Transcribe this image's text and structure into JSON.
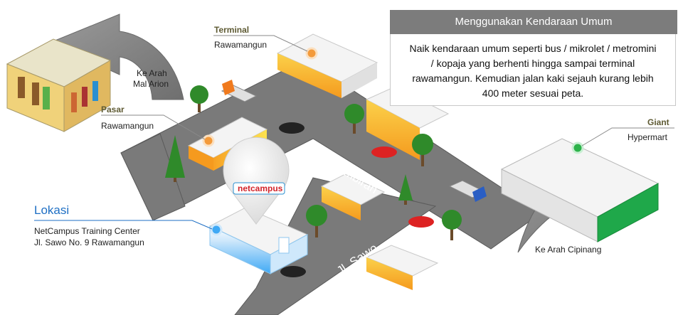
{
  "info_box": {
    "header": "Menggunakan Kendaraan Umum",
    "body": "Naik kendaraan umum seperti bus / mikrolet / metromini / kopaja yang berhenti hingga sampai terminal rawamangun. Kemudian jalan kaki sejauh kurang lebih 400 meter sesuai peta."
  },
  "landmarks": {
    "terminal": {
      "title": "Terminal",
      "subtitle": "Rawamangun"
    },
    "pasar": {
      "title": "Pasar",
      "subtitle": "Rawamangun"
    },
    "giant": {
      "title": "Giant",
      "subtitle": "Hypermart"
    }
  },
  "directions": {
    "mal_arion": [
      "Ke Arah",
      "Mal Arion"
    ],
    "cipinang": "Ke Arah Cipinang"
  },
  "roads": {
    "pegambiran": "Jl. Pegambiran",
    "sawo": "Jl. Sawo"
  },
  "location": {
    "heading": "Lokasi",
    "name": "NetCampus Training Center",
    "address": "Jl. Sawo No. 9 Rawamangun",
    "logo_text": "netcampus"
  },
  "colors": {
    "road": "#7a7a7a",
    "road_edge": "#5a5a5a",
    "arrow": "#8a8a8a",
    "building_top": "#f2f2f2",
    "building_orange": "#f5a623",
    "building_yellow": "#fde24f",
    "marker_orange": "#f39a3b",
    "marker_green": "#2db34a",
    "marker_blue": "#3fa9f5",
    "lokasi_blue": "#1e6fc4",
    "giant_green": "#1fa84a",
    "tree": "#2f8a2a",
    "header_gray": "#7c7c7c"
  }
}
